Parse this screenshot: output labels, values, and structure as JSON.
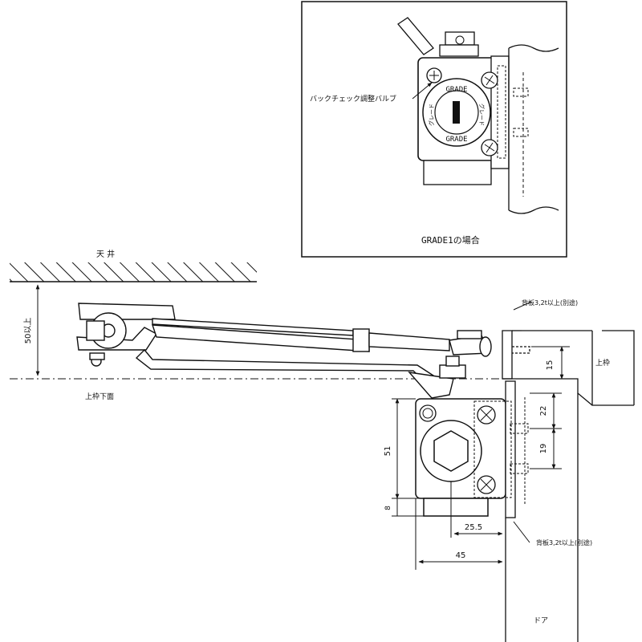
{
  "labels": {
    "ceiling": "天 井",
    "frame_bottom": "上枠下面",
    "upper_frame": "上枠",
    "door": "ドア",
    "plate_note_top": "背板3,2t以上(別途)",
    "plate_note_bottom": "背板3,2t以上(別途)",
    "valve_label": "バックチェック調整バルブ",
    "grade_caption": "GRADE1の場合",
    "dial_grade_top": "GRADE",
    "dial_grade_bottom": "GRADE",
    "dial_kana_left": "グレード",
    "dial_kana_right": "グレード"
  },
  "dimensions": {
    "ceiling_clearance": "50以上",
    "d15": "15",
    "d22": "22",
    "d19": "19",
    "d51": "51",
    "d8": "8",
    "d25_5": "25.5",
    "d45": "45"
  }
}
